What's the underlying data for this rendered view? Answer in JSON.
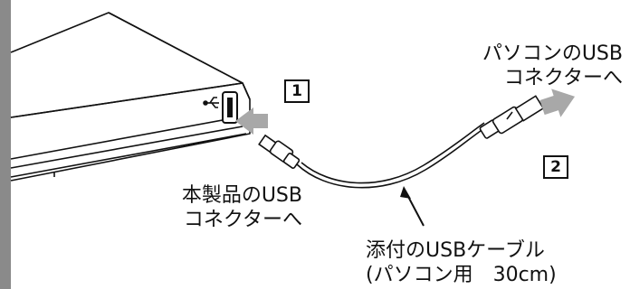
{
  "labels": {
    "pc_connector": {
      "line1": "パソコンのUSB",
      "line2": "コネクターへ"
    },
    "device_connector": {
      "line1": "本製品のUSB",
      "line2": "コネクターへ"
    },
    "cable": {
      "line1": "添付のUSBケーブル",
      "line2": "(パソコン用　30cm)"
    }
  },
  "steps": {
    "step1": "1",
    "step2": "2"
  },
  "colors": {
    "sidebar": "#8a8a8a",
    "arrow": "#a8a8a8",
    "outline": "#111111"
  }
}
